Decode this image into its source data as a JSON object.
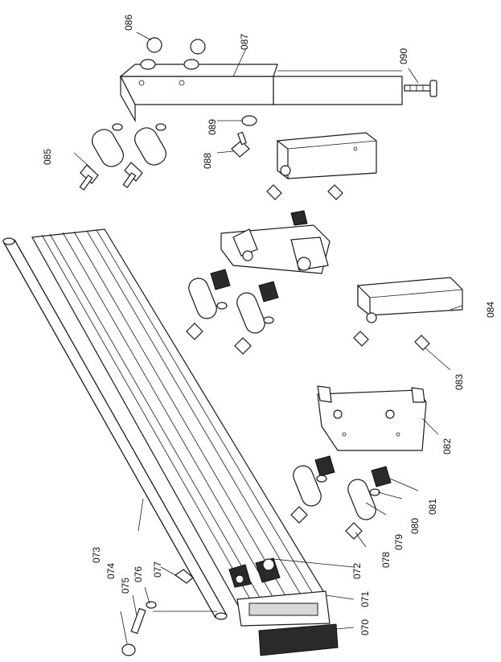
{
  "diagram": {
    "part_labels": [
      "070",
      "071",
      "072",
      "073",
      "074",
      "075",
      "076",
      "077",
      "078",
      "079",
      "080",
      "081",
      "082",
      "083",
      "084",
      "085",
      "086",
      "087",
      "088",
      "089",
      "090"
    ]
  }
}
